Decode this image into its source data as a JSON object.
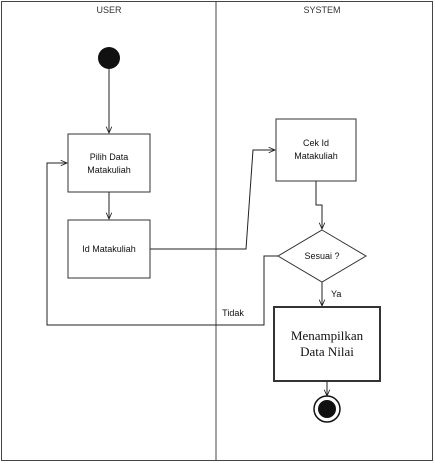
{
  "lanes": {
    "user": "USER",
    "system": "SYSTEM"
  },
  "nodes": {
    "pilih_data": [
      "Pilih Data",
      "Matakuliah"
    ],
    "id_matakuliah": "Id Matakuliah",
    "cek_id": [
      "Cek Id",
      "Matakuliah"
    ],
    "sesuai": "Sesuai ?",
    "menampilkan": [
      "Menampilkan",
      "Data Nilai"
    ]
  },
  "edges": {
    "ya": "Ya",
    "tidak": "Tidak"
  }
}
